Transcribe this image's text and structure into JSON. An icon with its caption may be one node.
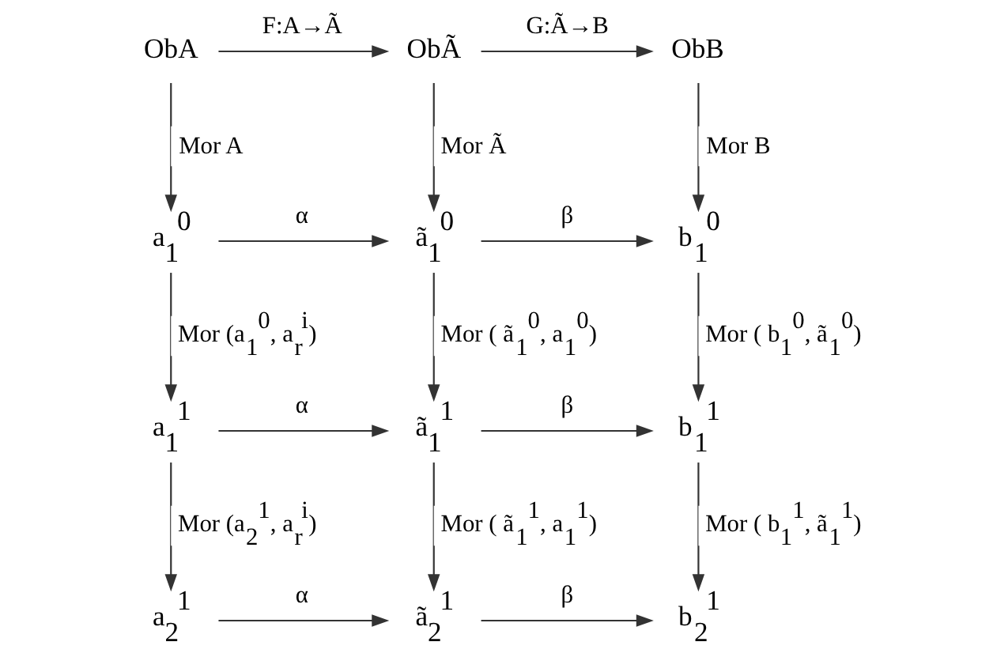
{
  "diagram": {
    "nodes": [
      {
        "text": [
          "ObA"
        ]
      },
      {
        "text": [
          "ObÃ"
        ]
      },
      {
        "text": [
          "ObB"
        ]
      },
      {
        "text": [
          "a$_{1}$$^{0}$"
        ]
      },
      {
        "text": [
          "ã$_{1}$$^{0}$"
        ]
      },
      {
        "text": [
          "b$_{1}$$^{0}$"
        ]
      },
      {
        "text": [
          "a$_{1}$$^{1}$"
        ]
      },
      {
        "text": [
          "ã$_{1}$$^{1}$"
        ]
      },
      {
        "text": [
          "b$_{1}$$^{1}$"
        ]
      },
      {
        "text": [
          "a$_{2}$$^{1}$"
        ]
      },
      {
        "text": [
          "ã$_{2}$$^{1}$"
        ]
      },
      {
        "text": [
          "b$_{2}$$^{1}$"
        ]
      }
    ],
    "edges": [
      {
        "from": 0,
        "to": 1,
        "arrow": "to",
        "label": "F:A→Ã"
      },
      {
        "from": 1,
        "to": 2,
        "arrow": "to",
        "label": "G:Ã→B"
      },
      {
        "from": 0,
        "to": 3,
        "arrow": "to",
        "label": "Mor A"
      },
      {
        "from": 1,
        "to": 4,
        "arrow": "to",
        "label": "Mor Ã"
      },
      {
        "from": 2,
        "to": 5,
        "arrow": "to",
        "label": "Mor B"
      },
      {
        "from": 3,
        "to": 4,
        "arrow": "to",
        "label": "α"
      },
      {
        "from": 4,
        "to": 5,
        "arrow": "to",
        "label": "β"
      },
      {
        "from": 3,
        "to": 6,
        "arrow": "to",
        "label": "Mor (a$_{1}$$^{0}$, a$_{r}$$^{i}$)"
      },
      {
        "from": 4,
        "to": 7,
        "arrow": "to",
        "label": "Mor ( ã$_{1}$$^{0}$, a$_{1}$$^{0}$)"
      },
      {
        "from": 5,
        "to": 8,
        "arrow": "to",
        "label": "Mor ( b$_{1}$$^{0}$, ã$_{1}$$^{0}$)"
      },
      {
        "from": 6,
        "to": 7,
        "arrow": "to",
        "label": "α"
      },
      {
        "from": 7,
        "to": 8,
        "arrow": "to",
        "label": "β"
      },
      {
        "from": 6,
        "to": 9,
        "arrow": "to",
        "label": "Mor (a$_{2}$$^{1}$, a$_{r}$$^{i}$)"
      },
      {
        "from": 7,
        "to": 10,
        "arrow": "to",
        "label": "Mor ( ã$_{1}$$^{1}$, a$_{1}$$^{1}$)"
      },
      {
        "from": 8,
        "to": 11,
        "arrow": "to",
        "label": "Mor ( b$_{1}$$^{1}$, ã$_{1}$$^{1}$)"
      },
      {
        "from": 9,
        "to": 10,
        "arrow": "to",
        "label": "α"
      },
      {
        "from": 10,
        "to": 11,
        "arrow": "to",
        "label": "β"
      }
    ]
  }
}
